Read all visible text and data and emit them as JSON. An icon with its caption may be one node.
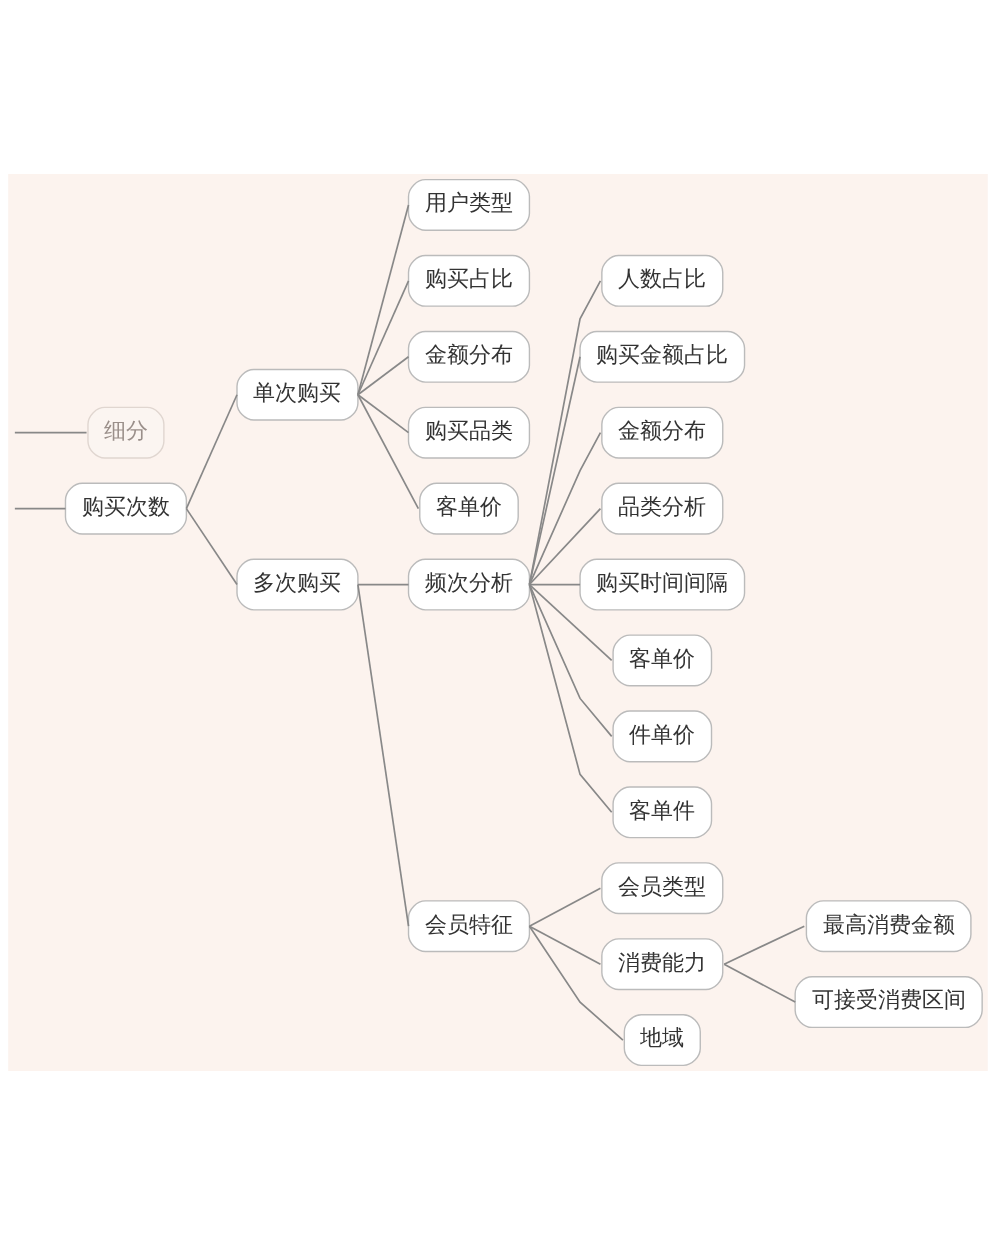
{
  "diagram": {
    "nodes": [
      {
        "text": [
          "购买次数"
        ]
      },
      {
        "text": [
          "单次购买"
        ]
      },
      {
        "text": [
          "用户类型"
        ]
      },
      {
        "text": [
          "购买占比"
        ]
      },
      {
        "text": [
          "金额分布"
        ]
      },
      {
        "text": [
          "购买品类"
        ]
      },
      {
        "text": [
          "客单价"
        ]
      },
      {
        "text": [
          "多次购买"
        ]
      },
      {
        "text": [
          "频次分析"
        ]
      },
      {
        "text": [
          "人数占比"
        ]
      },
      {
        "text": [
          "购买金额占比"
        ]
      },
      {
        "text": [
          "金额分布"
        ]
      },
      {
        "text": [
          "品类分析"
        ]
      },
      {
        "text": [
          "购买时间间隔"
        ]
      },
      {
        "text": [
          "客单价"
        ]
      },
      {
        "text": [
          "件单价"
        ]
      },
      {
        "text": [
          "客单件"
        ]
      },
      {
        "text": [
          "会员特征"
        ]
      },
      {
        "text": [
          "会员类型"
        ]
      },
      {
        "text": [
          "消费能力"
        ]
      },
      {
        "text": [
          "最高消费金额"
        ]
      },
      {
        "text": [
          "可接受消费区间"
        ]
      },
      {
        "text": [
          "地域"
        ]
      },
      {
        "text": [
          "细分"
        ]
      }
    ],
    "edges": [
      {
        "from": null,
        "to": 0,
        "arrow": "none"
      },
      {
        "from": 0,
        "to": 1,
        "arrow": "none"
      },
      {
        "from": 1,
        "to": 2,
        "arrow": "none"
      },
      {
        "from": 1,
        "to": 3,
        "arrow": "none"
      },
      {
        "from": 1,
        "to": 4,
        "arrow": "none"
      },
      {
        "from": 1,
        "to": 5,
        "arrow": "none"
      },
      {
        "from": 1,
        "to": 6,
        "arrow": "none"
      },
      {
        "from": 0,
        "to": 7,
        "arrow": "none"
      },
      {
        "from": 7,
        "to": 8,
        "arrow": "none"
      },
      {
        "from": 8,
        "to": 9,
        "arrow": "none"
      },
      {
        "from": 8,
        "to": 10,
        "arrow": "none"
      },
      {
        "from": 8,
        "to": 11,
        "arrow": "none"
      },
      {
        "from": 8,
        "to": 12,
        "arrow": "none"
      },
      {
        "from": 8,
        "to": 13,
        "arrow": "none"
      },
      {
        "from": 8,
        "to": 14,
        "arrow": "none"
      },
      {
        "from": 8,
        "to": 15,
        "arrow": "none"
      },
      {
        "from": 8,
        "to": 16,
        "arrow": "none"
      },
      {
        "from": 7,
        "to": 17,
        "arrow": "none"
      },
      {
        "from": 17,
        "to": 18,
        "arrow": "none"
      },
      {
        "from": 17,
        "to": 19,
        "arrow": "none"
      },
      {
        "from": 19,
        "to": 20,
        "arrow": "none"
      },
      {
        "from": 19,
        "to": 21,
        "arrow": "none"
      },
      {
        "from": 17,
        "to": 22,
        "arrow": "none"
      },
      {
        "from": null,
        "to": 23,
        "arrow": "none"
      }
    ]
  }
}
